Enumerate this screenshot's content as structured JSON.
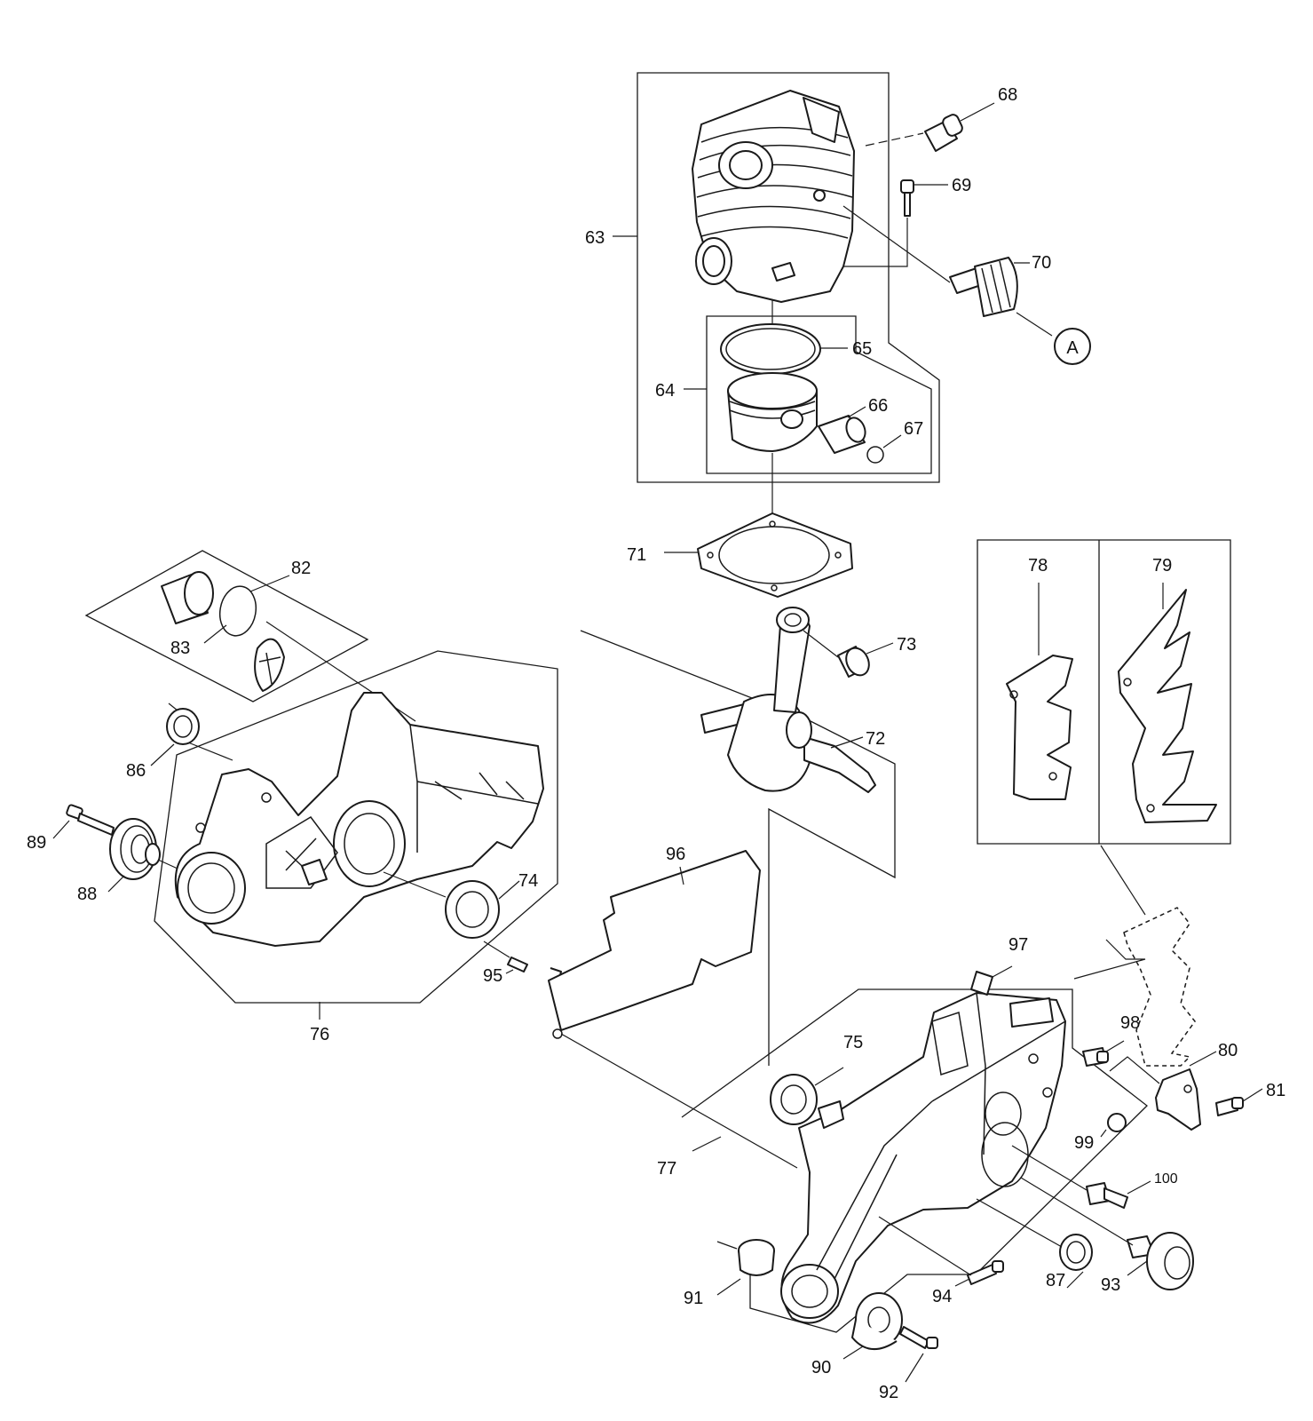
{
  "diagram": {
    "reference_marker": "A",
    "callouts": [
      {
        "id": "c63",
        "label": "63"
      },
      {
        "id": "c64",
        "label": "64"
      },
      {
        "id": "c65",
        "label": "65"
      },
      {
        "id": "c66",
        "label": "66"
      },
      {
        "id": "c67",
        "label": "67"
      },
      {
        "id": "c68",
        "label": "68"
      },
      {
        "id": "c69",
        "label": "69"
      },
      {
        "id": "c70",
        "label": "70"
      },
      {
        "id": "c71",
        "label": "71"
      },
      {
        "id": "c72",
        "label": "72"
      },
      {
        "id": "c73",
        "label": "73"
      },
      {
        "id": "c74",
        "label": "74"
      },
      {
        "id": "c75",
        "label": "75"
      },
      {
        "id": "c76",
        "label": "76"
      },
      {
        "id": "c77",
        "label": "77"
      },
      {
        "id": "c78",
        "label": "78"
      },
      {
        "id": "c79",
        "label": "79"
      },
      {
        "id": "c80",
        "label": "80"
      },
      {
        "id": "c81",
        "label": "81"
      },
      {
        "id": "c82",
        "label": "82"
      },
      {
        "id": "c83",
        "label": "83"
      },
      {
        "id": "c86",
        "label": "86"
      },
      {
        "id": "c87",
        "label": "87"
      },
      {
        "id": "c88",
        "label": "88"
      },
      {
        "id": "c89",
        "label": "89"
      },
      {
        "id": "c90",
        "label": "90"
      },
      {
        "id": "c91",
        "label": "91"
      },
      {
        "id": "c92",
        "label": "92"
      },
      {
        "id": "c93",
        "label": "93"
      },
      {
        "id": "c94",
        "label": "94"
      },
      {
        "id": "c95",
        "label": "95"
      },
      {
        "id": "c96",
        "label": "96"
      },
      {
        "id": "c97",
        "label": "97"
      },
      {
        "id": "c98",
        "label": "98"
      },
      {
        "id": "c99",
        "label": "99"
      },
      {
        "id": "c100",
        "label": "100"
      }
    ]
  }
}
